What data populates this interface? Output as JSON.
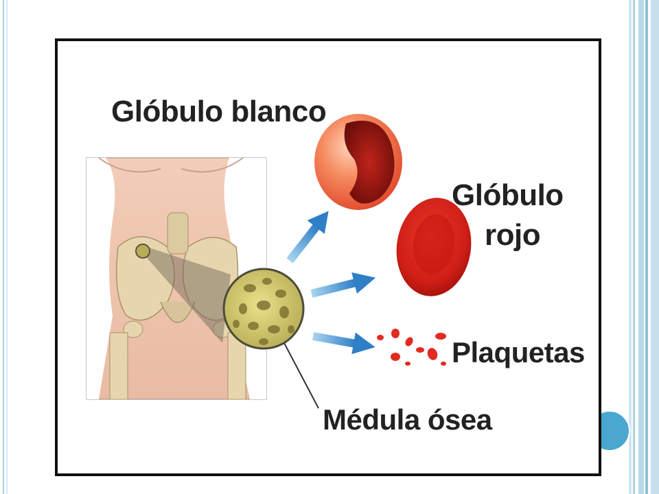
{
  "labels": {
    "white_cell": "Glóbulo blanco",
    "red_cell_line1": "Glóbulo",
    "red_cell_line2": "rojo",
    "platelets": "Plaquetas",
    "marrow": "Médula ósea"
  },
  "colors": {
    "frame_accent": "#a9cfe0",
    "dot": "#4aa7cf",
    "arrow": "#3a86c8",
    "red_cell": "#d8261a",
    "white_cell": "#ee5a3a"
  }
}
